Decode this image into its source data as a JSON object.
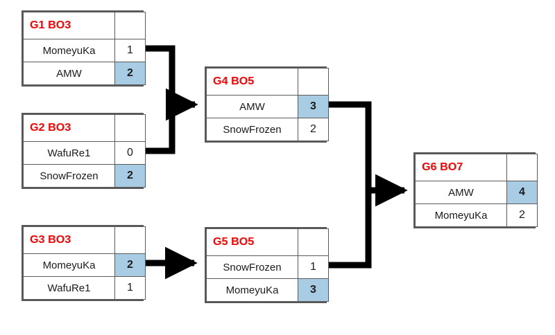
{
  "diagram": {
    "type": "single-elimination-bracket",
    "title": "",
    "colors": {
      "winner_highlight": "#a9cce5",
      "match_title": "#ff0000",
      "table_border": "#595959",
      "connector": "#000000",
      "background": "#ffffff"
    }
  },
  "matches": [
    {
      "id": "g1",
      "title": "G1 BO3",
      "format": "BO3",
      "rounds": 3,
      "rows": [
        {
          "player": "MomeyuKa",
          "score": "1",
          "winner": false
        },
        {
          "player": "AMW",
          "score": "2",
          "winner": true
        }
      ]
    },
    {
      "id": "g2",
      "title": "G2 BO3",
      "format": "BO3",
      "rounds": 3,
      "rows": [
        {
          "player": "WafuRe1",
          "score": "0",
          "winner": false
        },
        {
          "player": "SnowFrozen",
          "score": "2",
          "winner": true
        }
      ]
    },
    {
      "id": "g3",
      "title": "G3 BO3",
      "format": "BO3",
      "rounds": 3,
      "rows": [
        {
          "player": "MomeyuKa",
          "score": "2",
          "winner": true
        },
        {
          "player": "WafuRe1",
          "score": "1",
          "winner": false
        }
      ]
    },
    {
      "id": "g4",
      "title": "G4 BO5",
      "format": "BO5",
      "rounds": 5,
      "rows": [
        {
          "player": "AMW",
          "score": "3",
          "winner": true
        },
        {
          "player": "SnowFrozen",
          "score": "2",
          "winner": false
        }
      ]
    },
    {
      "id": "g5",
      "title": "G5 BO5",
      "format": "BO5",
      "rounds": 5,
      "rows": [
        {
          "player": "SnowFrozen",
          "score": "1",
          "winner": false
        },
        {
          "player": "MomeyuKa",
          "score": "3",
          "winner": true
        }
      ]
    },
    {
      "id": "g6",
      "title": "G6 BO7",
      "format": "BO7",
      "rounds": 7,
      "rows": [
        {
          "player": "AMW",
          "score": "4",
          "winner": true
        },
        {
          "player": "MomeyuKa",
          "score": "2",
          "winner": false
        }
      ]
    }
  ],
  "connectors": [
    {
      "id": "g1-to-g4",
      "from": "g1",
      "to": "g4",
      "shape": "elbow"
    },
    {
      "id": "g2-to-g4",
      "from": "g2",
      "to": "g4",
      "shape": "elbow"
    },
    {
      "id": "g3-to-g5",
      "from": "g3",
      "to": "g5",
      "shape": "straight"
    },
    {
      "id": "g4-to-g6",
      "from": "g4",
      "to": "g6",
      "shape": "elbow"
    },
    {
      "id": "g5-to-g6",
      "from": "g5",
      "to": "g6",
      "shape": "elbow"
    }
  ]
}
